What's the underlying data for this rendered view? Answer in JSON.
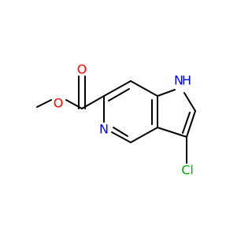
{
  "molecule": {
    "atom_labels": {
      "ester_oxygen": "O",
      "carbonyl_oxygen": "O",
      "pyridine_nitrogen": "N",
      "pyrrole_nitrogen": "N",
      "pyrrole_hydrogen": "H",
      "chlorine": "Cl"
    },
    "colors": {
      "bond": "#000000",
      "oxygen": "#ff0000",
      "nitrogen": "#0000ff",
      "chlorine": "#00b000"
    }
  }
}
